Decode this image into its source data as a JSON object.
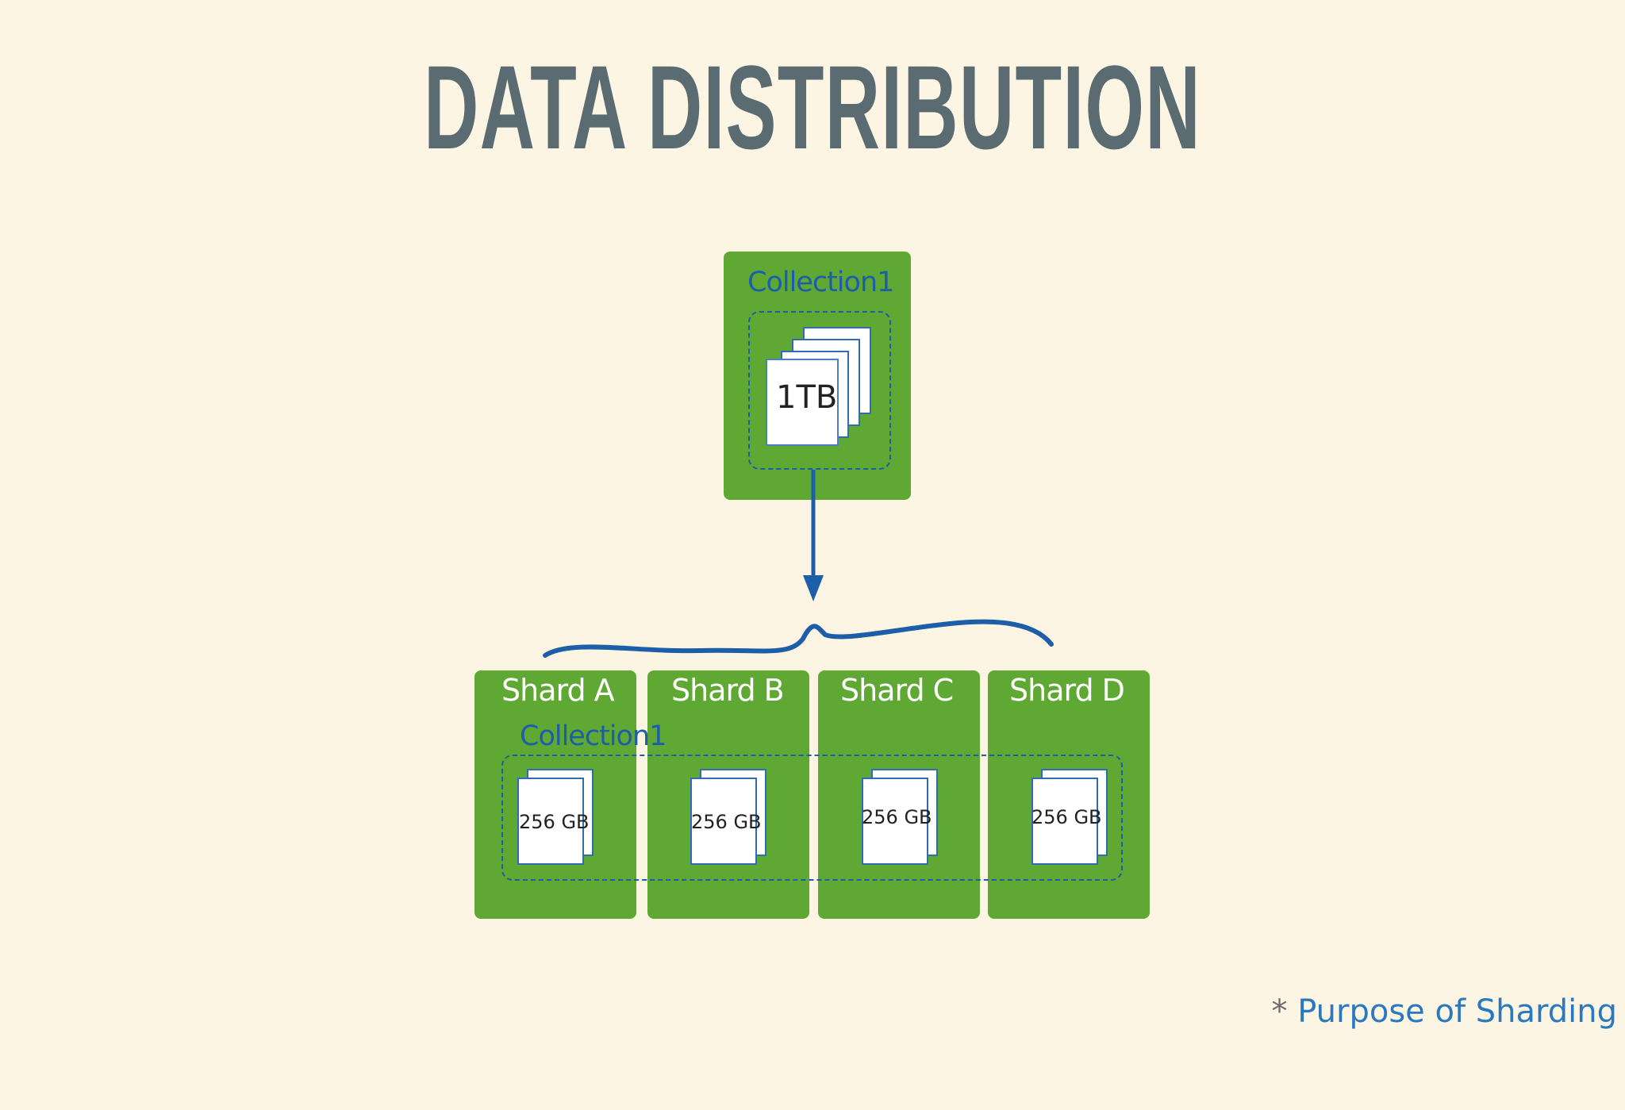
{
  "title": "DATA DISTRIBUTION",
  "source": {
    "collection_label": "Collection1",
    "size_label": "1TB"
  },
  "shards": [
    {
      "name": "Shard A",
      "size_label": "256 GB"
    },
    {
      "name": "Shard B",
      "size_label": "256 GB"
    },
    {
      "name": "Shard C",
      "size_label": "256 GB"
    },
    {
      "name": "Shard D",
      "size_label": "256 GB"
    }
  ],
  "target_collection_label": "Collection1",
  "footnote": {
    "marker": "*",
    "link_text": "Purpose of Sharding"
  },
  "colors": {
    "background": "#fdf5e4",
    "panel_green": "#5fa833",
    "accent_blue": "#1d5ea8",
    "title_gray": "#5a6b72"
  }
}
